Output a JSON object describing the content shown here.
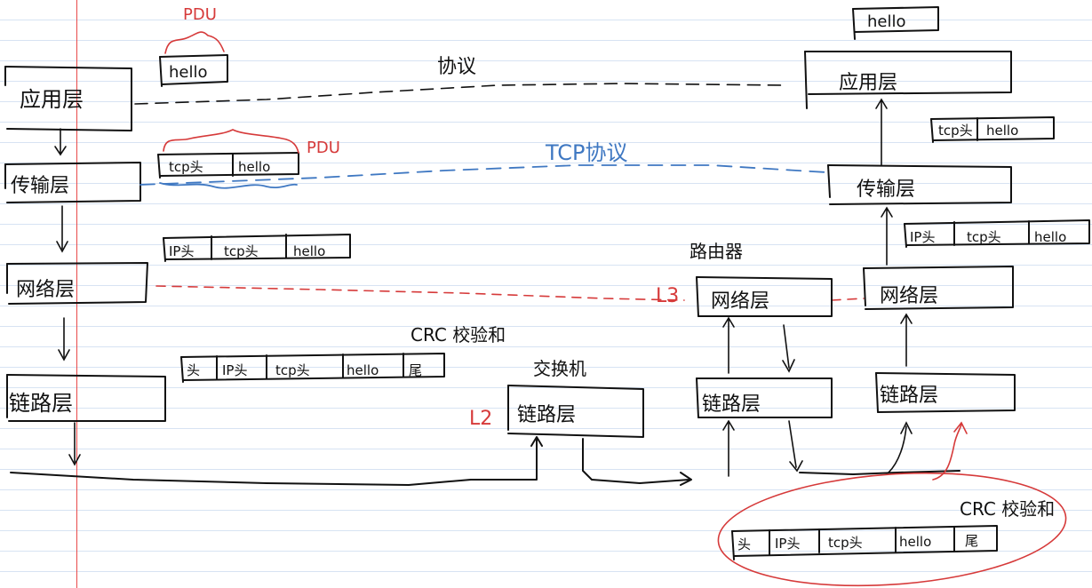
{
  "layers": {
    "app": "应用层",
    "transport": "传输层",
    "network": "网络层",
    "link": "链路层"
  },
  "devices": {
    "switch": "交换机",
    "router": "路由器"
  },
  "units": {
    "hello": "hello",
    "tcp_header": "tcp头",
    "ip_header": "IP头",
    "mac_header": "头",
    "trailer": "尾"
  },
  "protocols": {
    "app": "协议",
    "tcp": "TCP协议"
  },
  "annotations": {
    "pdu": "PDU",
    "crc": "CRC 校验和",
    "l2": "L2",
    "l3": "L3"
  },
  "colors": {
    "ink": "#111111",
    "red": "#d63a3a",
    "blue": "#3f78c2",
    "margin": "#e94a4a",
    "rule": "#d7e3f3"
  }
}
